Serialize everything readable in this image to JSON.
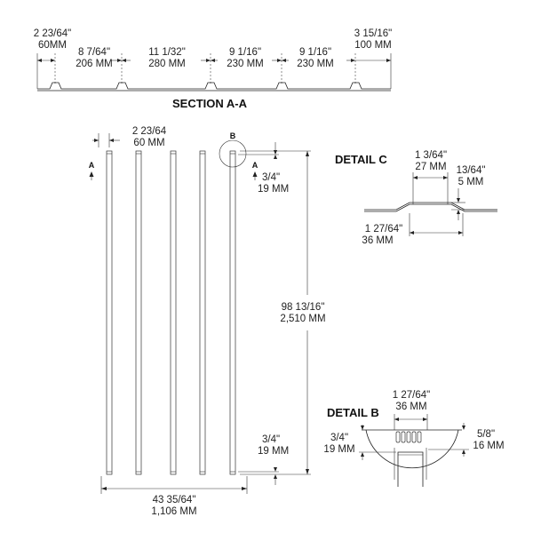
{
  "section_aa": {
    "title": "SECTION A-A",
    "dims": [
      {
        "imp": "2 23/64\"",
        "met": "60MM"
      },
      {
        "imp": "8 7/64\"",
        "met": "206 MM"
      },
      {
        "imp": "11 1/32\"",
        "met": "280 MM"
      },
      {
        "imp": "9 1/16\"",
        "met": "230 MM"
      },
      {
        "imp": "9 1/16\"",
        "met": "230 MM"
      },
      {
        "imp": "3 15/16\"",
        "met": "100 MM"
      }
    ]
  },
  "plan": {
    "section_marker": "A",
    "detail_marker": "B",
    "spacing": {
      "imp": "2 23/64",
      "met": "60 MM"
    },
    "end_top": {
      "imp": "3/4\"",
      "met": "19 MM"
    },
    "length": {
      "imp": "98 13/16\"",
      "met": "2,510 MM"
    },
    "end_bottom": {
      "imp": "3/4\"",
      "met": "19 MM"
    },
    "width": {
      "imp": "43 35/64\"",
      "met": "1,106 MM"
    }
  },
  "detail_c": {
    "title": "DETAIL C",
    "top_width": {
      "imp": "1 3/64\"",
      "met": "27 MM"
    },
    "height": {
      "imp": "13/64\"",
      "met": "5 MM"
    },
    "base_width": {
      "imp": "1 27/64\"",
      "met": "36 MM"
    }
  },
  "detail_b": {
    "title": "DETAIL B",
    "width": {
      "imp": "1 27/64\"",
      "met": "36 MM"
    },
    "left": {
      "imp": "3/4\"",
      "met": "19 MM"
    },
    "right": {
      "imp": "5/8\"",
      "met": "16 MM"
    }
  }
}
